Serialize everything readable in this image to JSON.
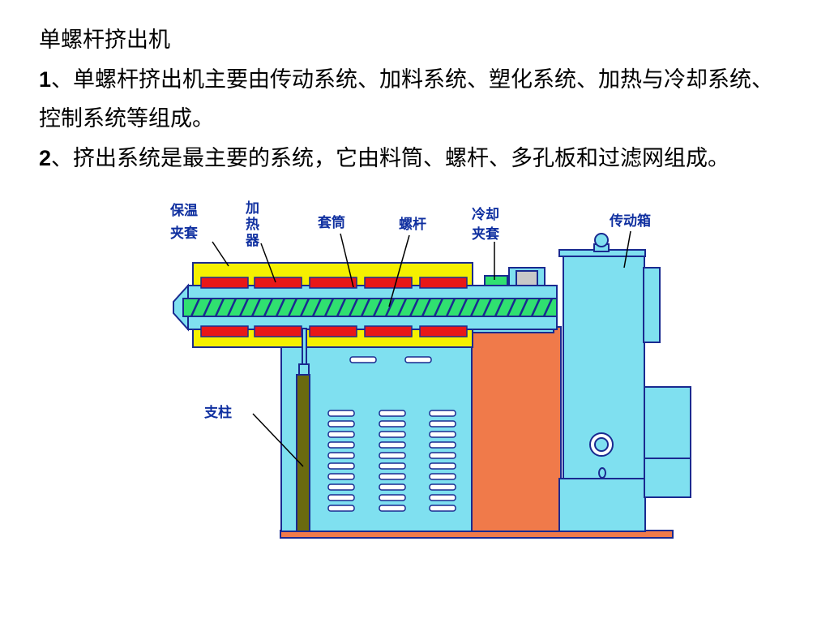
{
  "title": "单螺杆挤出机",
  "para1": {
    "num": "1",
    "text": "、单螺杆挤出机主要由传动系统、加料系统、塑化系统、加热与冷却系统、控制系统等组成。"
  },
  "para2": {
    "num": "2",
    "text": "、挤出系统是最主要的系统，它由料筒、螺杆、多孔板和过滤网组成。"
  },
  "labels": {
    "insulation_l1": "保温",
    "insulation_l2": "夹套",
    "heater_l1": "加",
    "heater_l2": "热",
    "heater_l3": "器",
    "barrel": "套筒",
    "screw": "螺杆",
    "cooling_l1": "冷却",
    "cooling_l2": "夹套",
    "gearbox": "传动箱",
    "support": "支柱"
  },
  "colors": {
    "frame": "#7fe0f0",
    "outline": "#1a2a90",
    "jacket": "#f5f000",
    "heater": "#e81818",
    "screw": "#30e070",
    "orange": "#f07a4a",
    "label": "#1030a0",
    "post": "#6a6a10"
  }
}
